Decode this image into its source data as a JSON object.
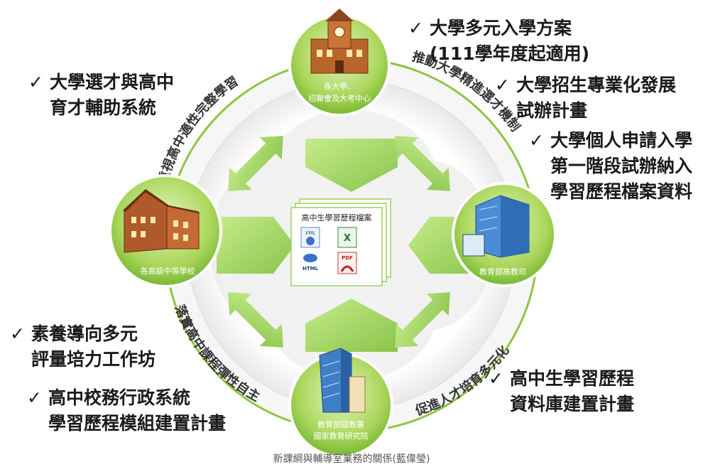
{
  "center": {
    "title": "高中生學習歷程檔案",
    "files": [
      "XML",
      "",
      "HTML",
      "PDF"
    ]
  },
  "nodes": {
    "top": [
      "各大學、",
      "招聯會及大考中心"
    ],
    "left": [
      "各高級中等學校"
    ],
    "right": [
      "教育部高教司"
    ],
    "bottom": [
      "教育部國教署",
      "國家教育研究院"
    ]
  },
  "ring_texts": {
    "top_left": "重視高中適性完整學習",
    "top_right": "推動大學精進選才機制",
    "bottom_left": "落實高中課程彈性自主",
    "bottom_right": "促進人才培育多元化"
  },
  "notes": {
    "top_right": [
      {
        "check": "✓",
        "text": "大學多元入學方案"
      },
      {
        "check": "",
        "text": "(111學年度起適用)"
      },
      {
        "check": "✓",
        "text": "大學招生專業化發展"
      },
      {
        "check": "",
        "text": "試辦計畫"
      },
      {
        "check": "✓",
        "text": "大學個人申請入學"
      },
      {
        "check": "",
        "text": "第一階段試辦納入"
      },
      {
        "check": "",
        "text": "學習歷程檔案資料"
      }
    ],
    "top_left": [
      {
        "check": "✓",
        "text": "大學選才與高中"
      },
      {
        "check": "",
        "text": "育才輔助系統"
      }
    ],
    "bottom_left": [
      {
        "check": "✓",
        "text": "素養導向多元"
      },
      {
        "check": "",
        "text": "評量培力工作坊"
      },
      {
        "check": "✓",
        "text": "高中校務行政系統"
      },
      {
        "check": "",
        "text": "學習歷程模組建置計畫"
      }
    ],
    "bottom_right": [
      {
        "check": "✓",
        "text": "高中生學習歷程"
      },
      {
        "check": "",
        "text": "資料庫建置計畫"
      }
    ]
  },
  "caption": "新課綱與輔導室業務的關係(藍偉瑩)",
  "colors": {
    "green_light": "#c6e58a",
    "green_dark": "#5a9e1f",
    "arrow": "#a6d86a",
    "grey_ring": "#e3e3e3"
  }
}
